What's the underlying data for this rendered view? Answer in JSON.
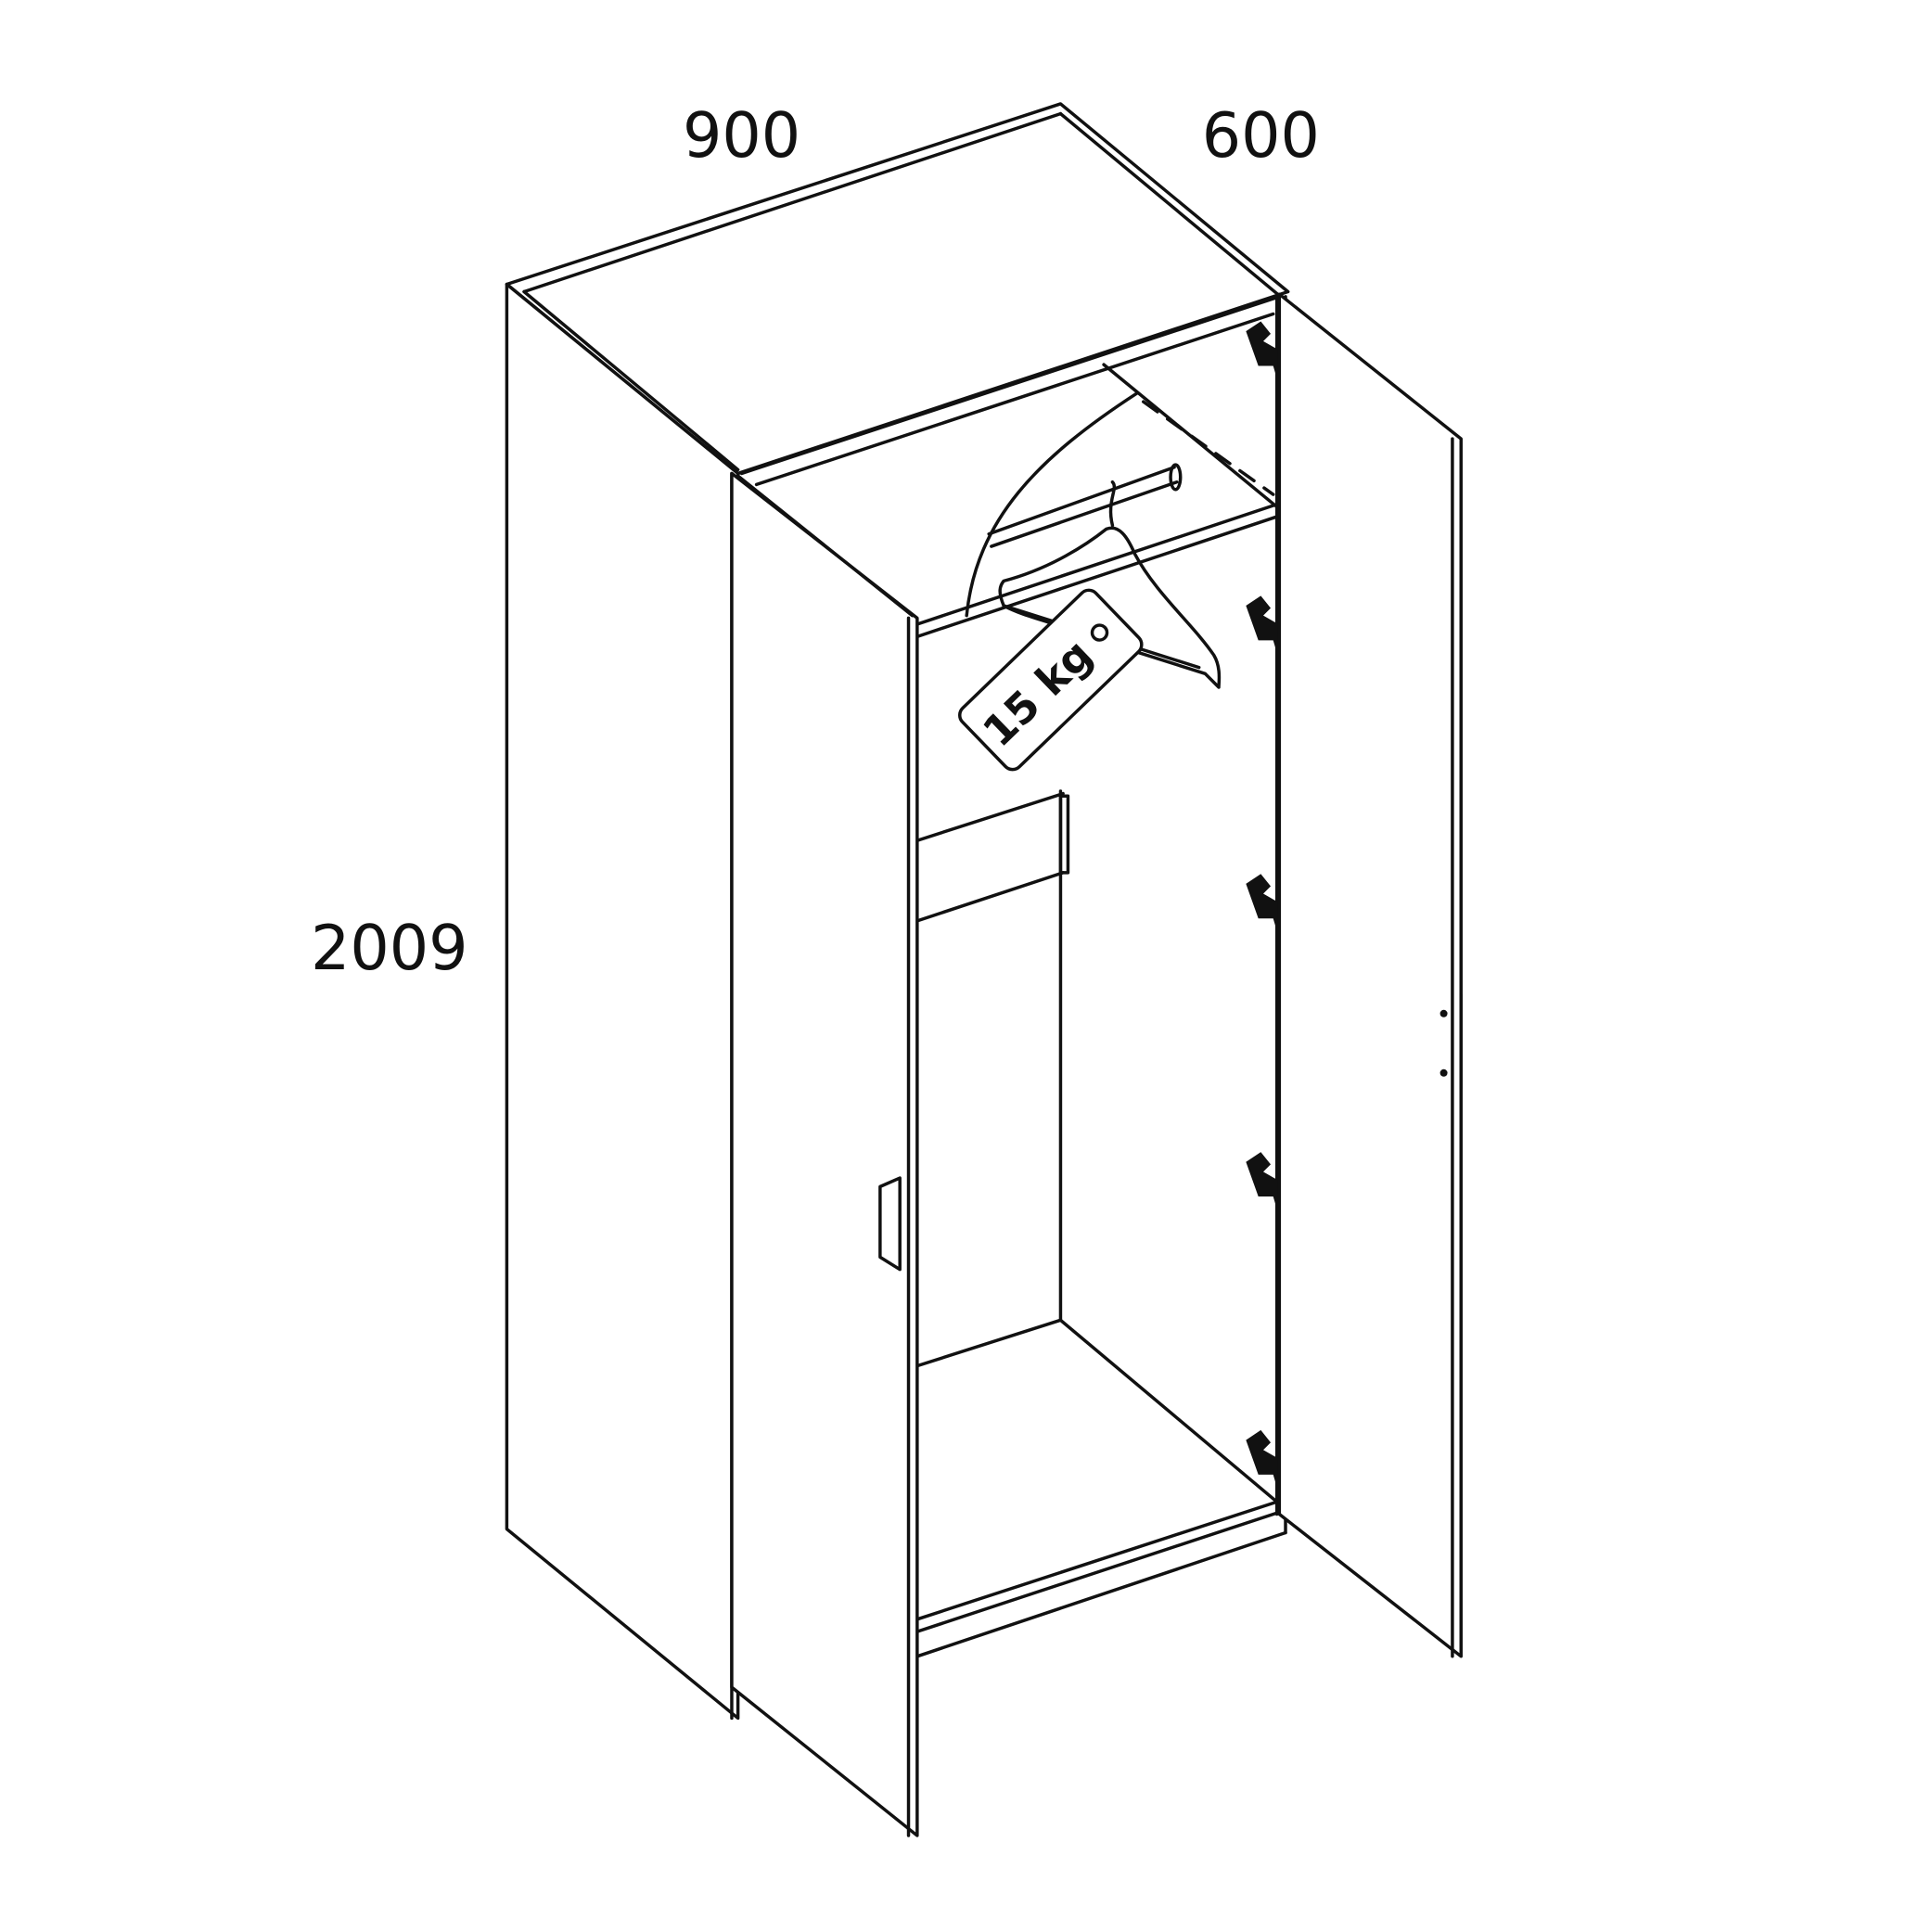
{
  "dimensions": {
    "width": "900",
    "depth": "600",
    "height": "2009"
  },
  "rail_load_label": "15 kg",
  "colors": {
    "line": "#111111",
    "background": "#ffffff",
    "hanger": "#e6e6e6"
  }
}
